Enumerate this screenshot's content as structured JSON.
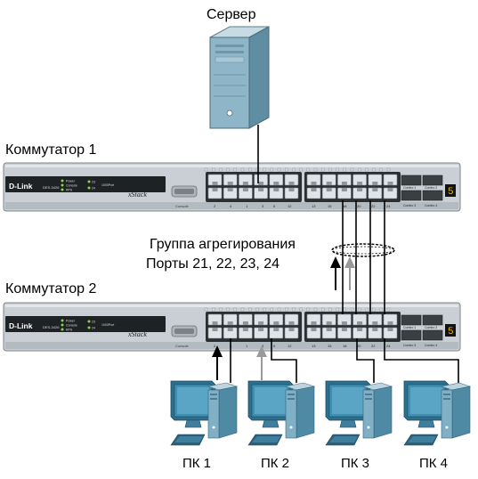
{
  "server": {
    "label": "Сервер"
  },
  "switch1": {
    "label": "Коммутатор 1",
    "brand": "D-Link",
    "model": "DES-3426",
    "series": "xStack",
    "leds": [
      "Power",
      "Console",
      "RPS"
    ],
    "gig_leds": [
      "23",
      "24"
    ],
    "gig_text": "1000Port",
    "console": "Console",
    "port_nums_a": [
      "2",
      "4",
      "1",
      "3",
      "5",
      "12"
    ],
    "port_nums_b": [
      "13",
      "15",
      "18",
      "20",
      "22",
      "24"
    ],
    "combo": [
      "Combo 1",
      "Combo 2",
      "Combo 3",
      "Combo 4"
    ],
    "display": "5"
  },
  "switch2": {
    "label": "Коммутатор 2",
    "brand": "D-Link",
    "model": "DES-3426",
    "series": "xStack",
    "leds": [
      "Power",
      "Console",
      "RPS"
    ],
    "gig_leds": [
      "23",
      "24"
    ],
    "gig_text": "1000Port",
    "console": "Console",
    "port_nums_a": [
      "2",
      "4",
      "1",
      "3",
      "5",
      "12"
    ],
    "port_nums_b": [
      "13",
      "15",
      "18",
      "20",
      "22",
      "24"
    ],
    "combo": [
      "Combo 1",
      "Combo 2",
      "Combo 3",
      "Combo 4"
    ],
    "display": "5"
  },
  "aggregation": {
    "line1": "Группа агрегирования",
    "line2": "Порты 21, 22, 23, 24"
  },
  "pcs": [
    {
      "label": "ПК 1"
    },
    {
      "label": "ПК 2"
    },
    {
      "label": "ПК 3"
    },
    {
      "label": "ПК 4"
    }
  ],
  "colors": {
    "switch_body": "#c9cfd4",
    "front_panel": "#1e2224",
    "port_block": "#2a2f32",
    "port": "#dfe4e8",
    "server_body": "#8fb6c8",
    "monitor": "#3f8fb2",
    "arrow_gray": "#9a9a9a"
  }
}
